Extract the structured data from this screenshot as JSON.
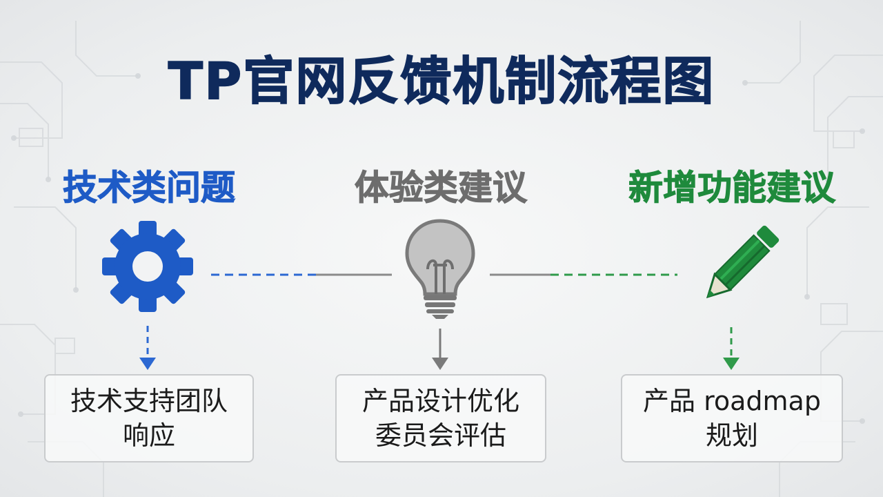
{
  "title": "TP官网反馈机制流程图",
  "categories": [
    {
      "label": "技术类问题",
      "icon": "gear-icon",
      "color": "#1e5bc6",
      "destination": "技术支持团队\n响应"
    },
    {
      "label": "体验类建议",
      "icon": "lightbulb-icon",
      "color": "#6d6d6d",
      "destination": "产品设计优化\n委员会评估"
    },
    {
      "label": "新增功能建议",
      "icon": "pencil-icon",
      "color": "#1f8a3c",
      "destination": "产品 roadmap\n规划"
    }
  ]
}
